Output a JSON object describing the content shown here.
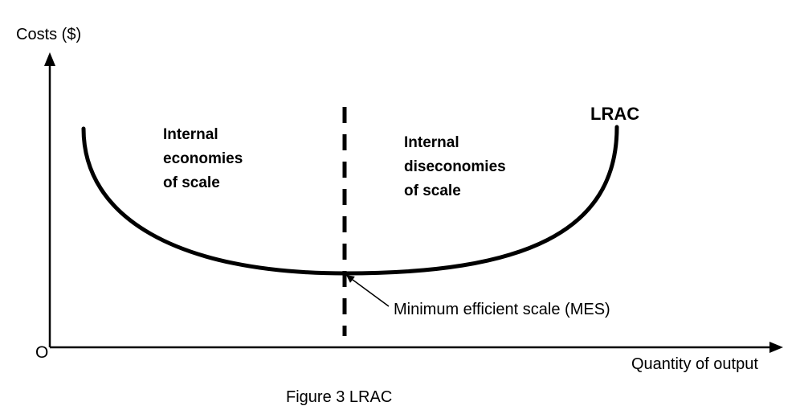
{
  "chart_data": {
    "type": "diagram",
    "y_axis_label": "Costs ($)",
    "x_axis_label": "Quantity of output",
    "origin_label": "O",
    "curve_label": "LRAC",
    "region_left": "Internal\neconomies\nof scale",
    "region_right": "Internal\ndiseconomies\nof scale",
    "annotation": "Minimum efficient scale (MES)",
    "caption": "Figure 3 LRAC"
  }
}
